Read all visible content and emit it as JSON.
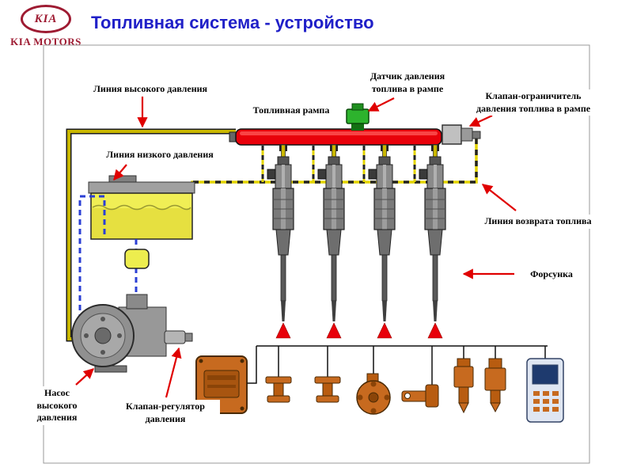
{
  "header": {
    "logo": {
      "text": "KIA",
      "brand": "KIA MOTORS"
    },
    "title": "Топливная система - устройство"
  },
  "diagram": {
    "labels": {
      "high_pressure_line": "Линия высокого давления",
      "low_pressure_line": "Линия низкого давления",
      "fuel_rail": "Топливная рампа",
      "rail_pressure_sensor": "Датчик давления топлива в рампе",
      "pressure_limiter_valve": "Клапан-ограничитель давления топлива в рампе",
      "fuel_return_line": "Линия возврата топлива",
      "injector": "Форсунка",
      "high_pressure_pump": "Насос высокого давления",
      "pressure_regulator_valve": "Клапан-регулятор давления"
    },
    "colors": {
      "brand_red": "#9e1b32",
      "title_blue": "#2020c8",
      "rail_red": "#e8000a",
      "sensor_green": "#2db32d",
      "high_pressure": "#c9b700",
      "return_yellow": "#e3d400",
      "low_pressure": "#2b3fd4",
      "component_orange": "#c76a1f",
      "arrow_red": "#e00000"
    }
  }
}
